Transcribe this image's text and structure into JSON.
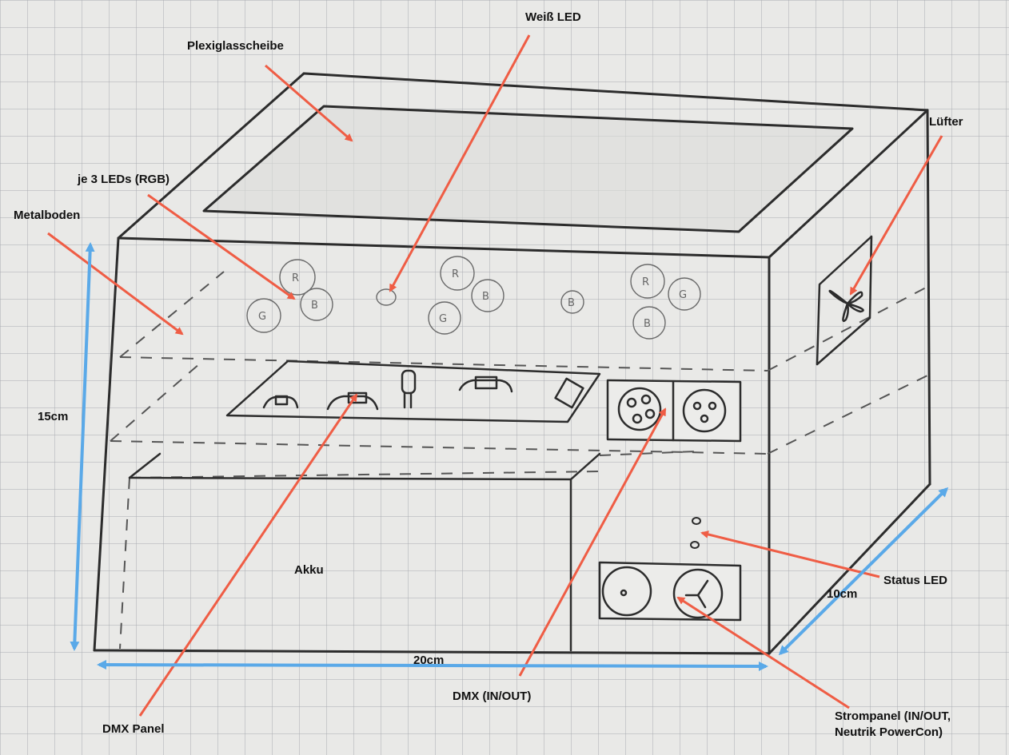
{
  "labels": {
    "weiss_led": "Weiß LED",
    "plexiglas": "Plexiglasscheibe",
    "luefter": "Lüfter",
    "rgb_leds": "je 3 LEDs (RGB)",
    "metalboden": "Metalboden",
    "height": "15cm",
    "akku": "Akku",
    "depth": "10cm",
    "status_led": "Status LED",
    "width": "20cm",
    "dmx_io": "DMX (IN/OUT)",
    "dmx_panel": "DMX Panel",
    "strompanel": "Strompanel (IN/OUT,\nNeutrik PowerCon)"
  },
  "led_letters": {
    "cluster_1": [
      "R",
      "G",
      "B"
    ],
    "cluster_2": [
      "R",
      "B",
      "G"
    ],
    "cluster_3": [
      "B"
    ],
    "cluster_4": [
      "R",
      "G",
      "B"
    ]
  },
  "colors": {
    "annotation_arrow": "#ef5d45",
    "dimension_arrow": "#5aa9e8",
    "grid": "#a9acb0",
    "pencil": "#2c2c2c"
  }
}
